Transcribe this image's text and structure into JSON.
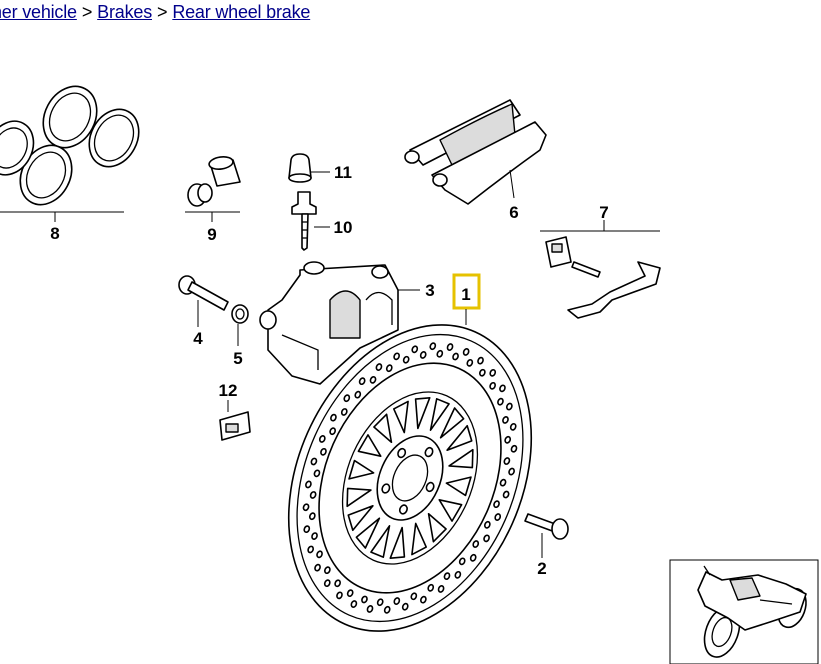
{
  "breadcrumb": {
    "items": [
      {
        "label": "her vehicle"
      },
      {
        "label": "Brakes"
      },
      {
        "label": "Rear wheel brake"
      }
    ],
    "separator": ">"
  },
  "diagram": {
    "part_labels": [
      "1",
      "2",
      "3",
      "4",
      "5",
      "6",
      "7",
      "8",
      "9",
      "10",
      "11",
      "12"
    ],
    "selected_part": "1",
    "highlight_color": "#e6c200"
  }
}
